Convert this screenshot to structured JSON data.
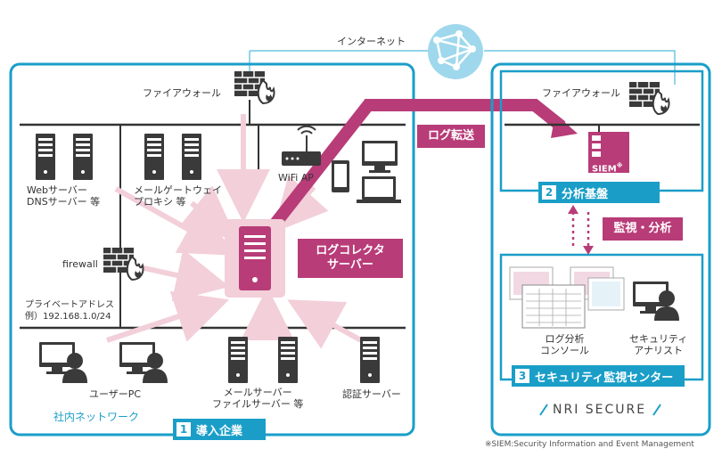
{
  "internet": "インターネット",
  "company": {
    "firewall_top": "ファイアウォール",
    "web_dns": [
      "Webサーバー",
      "DNSサーバー 等"
    ],
    "mail_gw": [
      "メールゲートウェイ",
      "プロキシ 等"
    ],
    "wifi": "WiFi AP",
    "firewall_inner": "firewall",
    "private_addr": [
      "プライベートアドレス",
      "例）192.168.1.0/24"
    ],
    "user_pc": "ユーザーPC",
    "mail_file": [
      "メールサーバー",
      "ファイルサーバー 等"
    ],
    "auth": "認証サーバー",
    "network": "社内ネットワーク",
    "box_num": "1",
    "box_label": "導入企業"
  },
  "collector": [
    "ログコレクタ",
    "サーバー"
  ],
  "log_transfer": "ログ転送",
  "soc": {
    "firewall": "ファイアウォール",
    "siem": "SIEM",
    "siem_sup": "※",
    "analysis_num": "2",
    "analysis_label": "分析基盤",
    "monitor": "監視・分析",
    "console": [
      "ログ分析",
      "コンソール"
    ],
    "analyst": [
      "セキュリティ",
      "アナリスト"
    ],
    "center_num": "3",
    "center_label": "セキュリティ監視センター",
    "brand": "NRI SECURE"
  },
  "footnote": "※SIEM:Security Information and Event Management"
}
